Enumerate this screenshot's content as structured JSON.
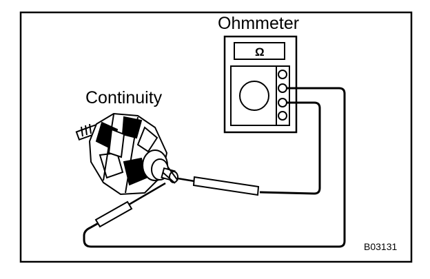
{
  "labels": {
    "meter_title": "Ohmmeter",
    "test_title": "Continuity",
    "figure_code": "B03131",
    "display_symbol": "Ω"
  },
  "icons": {
    "instrument": "ohmmeter-icon",
    "component": "alternator-rotor-icon"
  },
  "colors": {
    "ink": "#000000",
    "background": "#ffffff"
  }
}
